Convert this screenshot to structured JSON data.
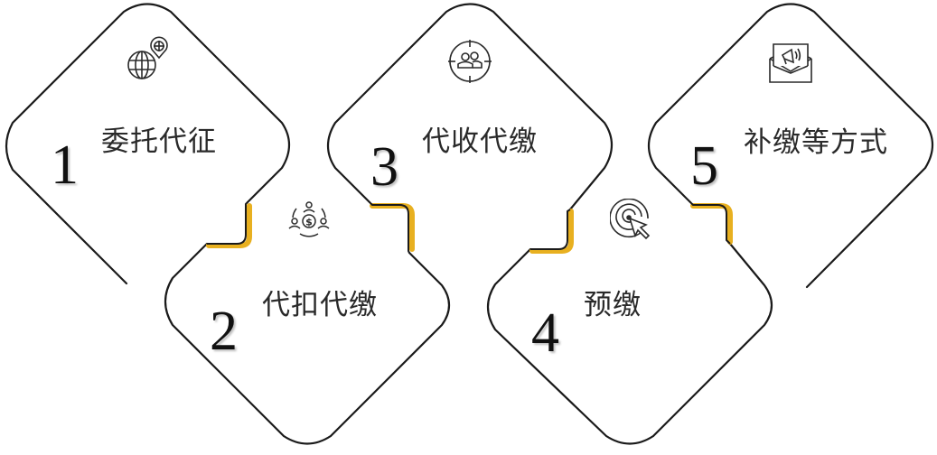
{
  "diagram": {
    "type": "process-steps",
    "colors": {
      "outline": "#1a1a1a",
      "connector": "#e8b020",
      "background": "#ffffff",
      "text": "#2a2a2a"
    },
    "steps": [
      {
        "number": "1",
        "label": "委托代征",
        "icon": "globe-location-icon"
      },
      {
        "number": "2",
        "label": "代扣代缴",
        "icon": "people-money-circle-icon"
      },
      {
        "number": "3",
        "label": "代收代缴",
        "icon": "target-users-icon"
      },
      {
        "number": "4",
        "label": "预缴",
        "icon": "target-cursor-icon"
      },
      {
        "number": "5",
        "label": "补缴等方式",
        "icon": "envelope-megaphone-icon"
      }
    ]
  }
}
